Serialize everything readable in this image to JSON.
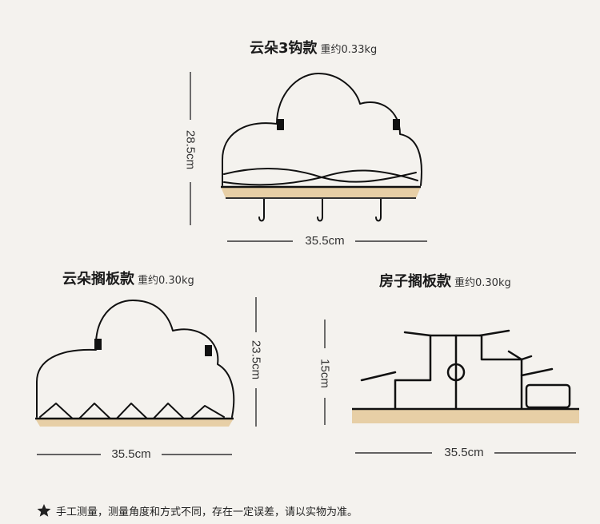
{
  "products": [
    {
      "name": "云朵3钩款",
      "weight": "重约0.33kg",
      "height": "28.5cm",
      "width": "35.5cm"
    },
    {
      "name": "云朵搁板款",
      "weight": "重约0.30kg",
      "height": "23.5cm",
      "width": "35.5cm"
    },
    {
      "name": "房子搁板款",
      "weight": "重约0.30kg",
      "height": "15cm",
      "width": "35.5cm"
    }
  ],
  "note": {
    "icon": "star-icon",
    "text": "手工测量，测量角度和方式不同，存在一定误差，请以实物为准。"
  },
  "colors": {
    "background": "#f4f2ee",
    "wire": "#111111",
    "wood": "#e7cfa6"
  }
}
